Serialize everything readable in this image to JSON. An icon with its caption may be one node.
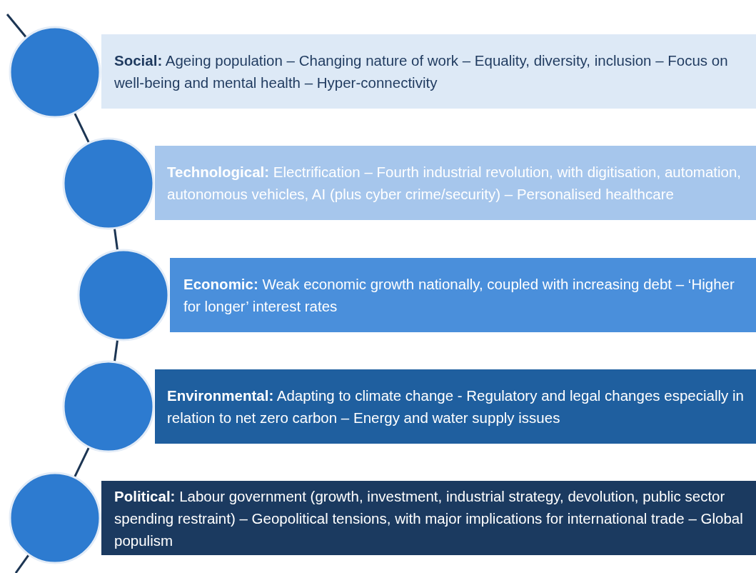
{
  "diagram": {
    "nodes": [
      {
        "text": [],
        "shape": "circle"
      },
      {
        "text": [
          "**Social:** Ageing population – Changing nature of work – Equality, diversity, inclusion – Focus on well-being and mental health – Hyper-connectivity"
        ]
      },
      {
        "text": [],
        "shape": "circle"
      },
      {
        "text": [
          "**Technological:** Electrification – Fourth industrial revolution, with digitisation, automation, autonomous vehicles, AI (plus cyber crime/security) – Personalised healthcare"
        ]
      },
      {
        "text": [],
        "shape": "circle"
      },
      {
        "text": [
          "**Economic:** Weak economic growth nationally, coupled with increasing debt – ‘Higher for longer’ interest rates"
        ]
      },
      {
        "text": [],
        "shape": "circle"
      },
      {
        "text": [
          "**Environmental:** Adapting to climate change - Regulatory and legal changes especially in relation to net zero carbon – Energy and water supply issues"
        ]
      },
      {
        "text": [],
        "shape": "circle"
      },
      {
        "text": [
          "**Political:** Labour government (growth, investment, industrial strategy, devolution, public sector spending restraint) – Geopolitical tensions, with major implications for international trade – Global populism"
        ]
      }
    ],
    "edges": [
      {
        "from": null,
        "to": 0,
        "arrow": "none"
      },
      {
        "from": 0,
        "to": 2,
        "arrow": "none"
      },
      {
        "from": 2,
        "to": 4,
        "arrow": "none"
      },
      {
        "from": 4,
        "to": 6,
        "arrow": "none"
      },
      {
        "from": 6,
        "to": 8,
        "arrow": "none"
      },
      {
        "from": 8,
        "to": null,
        "arrow": "none"
      }
    ]
  }
}
